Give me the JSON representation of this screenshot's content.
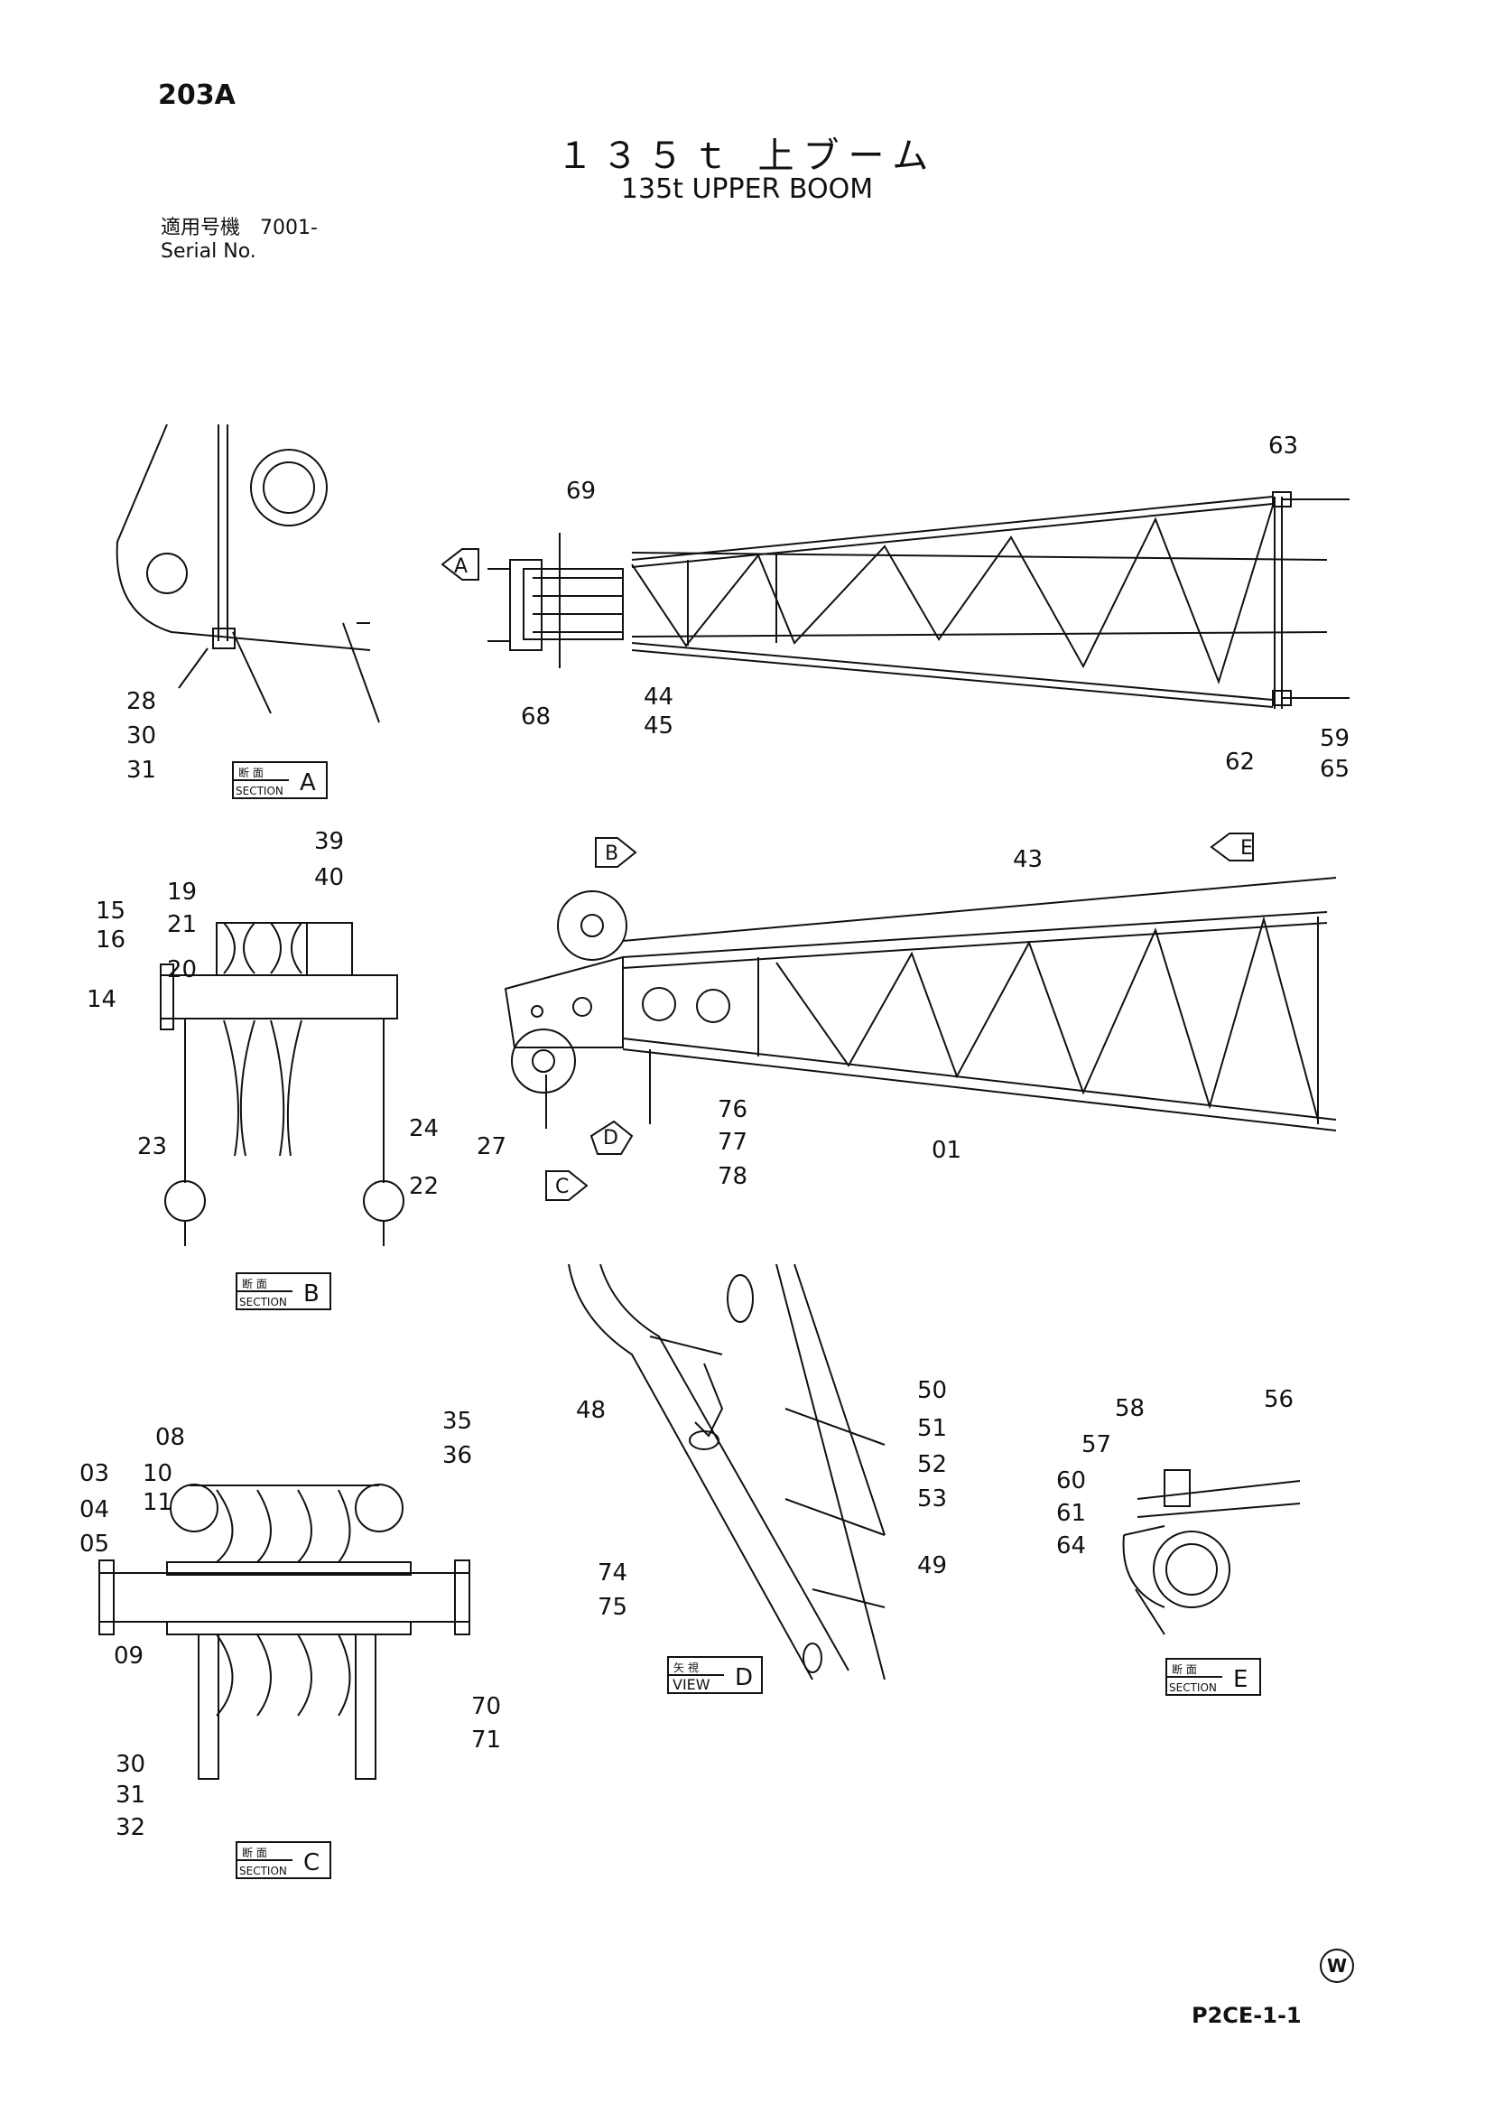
{
  "header": {
    "page_code": "203A",
    "title_jp": "１３５ｔ 上ブーム",
    "title_en": "135t UPPER BOOM",
    "serial_label_jp": "適用号機",
    "serial_value": "7001-",
    "serial_label_en": "Serial No."
  },
  "views": {
    "section_a": {
      "kanji": "断 面",
      "word": "SECTION",
      "letter": "A"
    },
    "section_b": {
      "kanji": "断 面",
      "word": "SECTION",
      "letter": "B"
    },
    "section_c": {
      "kanji": "断 面",
      "word": "SECTION",
      "letter": "C"
    },
    "view_d": {
      "kanji": "矢 視",
      "word": "VIEW",
      "letter": "D"
    },
    "section_e": {
      "kanji": "断 面",
      "word": "SECTION",
      "letter": "E"
    }
  },
  "view_arrows": {
    "a": "A",
    "b": "B",
    "c": "C",
    "d": "D",
    "e": "E"
  },
  "callouts": {
    "section_a": [
      "28",
      "30",
      "31"
    ],
    "top_view": [
      "69",
      "68",
      "44",
      "45",
      "63",
      "62",
      "59",
      "65"
    ],
    "section_b": [
      "15",
      "16",
      "14",
      "19",
      "21",
      "20",
      "39",
      "40",
      "23",
      "24",
      "22"
    ],
    "side_view": [
      "43",
      "27",
      "76",
      "77",
      "78",
      "01"
    ],
    "section_c": [
      "08",
      "10",
      "11",
      "03",
      "04",
      "05",
      "35",
      "36",
      "09",
      "70",
      "71",
      "30",
      "31",
      "32"
    ],
    "view_d": [
      "48",
      "50",
      "51",
      "52",
      "53",
      "74",
      "75",
      "49"
    ],
    "section_e": [
      "58",
      "57",
      "56",
      "60",
      "61",
      "64"
    ]
  },
  "footer": {
    "doc_code": "P2CE-1-1",
    "mark": "W"
  }
}
